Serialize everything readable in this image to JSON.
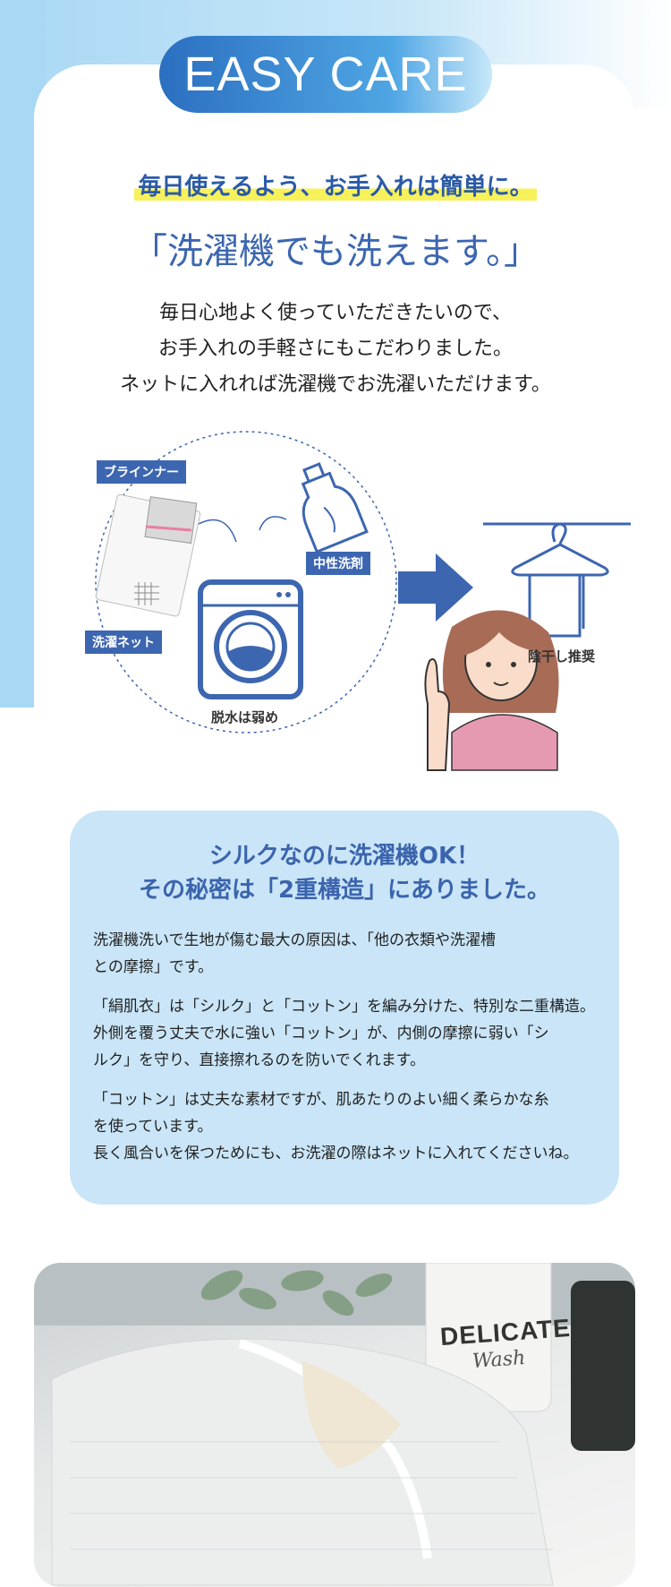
{
  "header": {
    "badge": "EASY CARE"
  },
  "highlight": "毎日使えるよう、お手入れは簡単に。",
  "headline": "「洗濯機でも洗えます。」",
  "intro": [
    "毎日心地よく使っていただきたいので、",
    "お手入れの手軽さにもこだわりました。",
    "ネットに入れれば洗濯機でお洗濯いただけます。"
  ],
  "diagram": {
    "labels": {
      "brainer": "ブラインナー",
      "detergent": "中性洗剤",
      "net": "洗濯ネット",
      "spin": "脱水は弱め",
      "shade_dry": "陰干し推奨"
    },
    "icons": [
      "brainer-bag-icon",
      "detergent-bottle-icon",
      "washing-machine-icon",
      "arrow-right-icon",
      "hanger-towel-icon",
      "woman-pointing-illustration"
    ],
    "colors": {
      "accent": "#3d66b0",
      "skin": "#f9dcc9",
      "hair": "#a86c56",
      "shirt": "#e59ab2"
    }
  },
  "info": {
    "title_line1": "シルクなのに洗濯機OK！",
    "title_line2": "その秘密は「2重構造」にありました。",
    "para1_line1": "洗濯機洗いで生地が傷む最大の原因は、「他の衣類や洗濯槽",
    "para1_line2": "との摩擦」です。",
    "para2_line1": "「絹肌衣」は「シルク」と「コットン」を編み分けた、特別な二重構造。",
    "para2_line2": "外側を覆う丈夫で水に強い「コットン」が、内側の摩擦に弱い「シ",
    "para2_line3": "ルク」を守り、直接擦れるのを防いでくれます。",
    "para3_line1": "「コットン」は丈夫な素材ですが、肌あたりのよい細く柔らかな糸",
    "para3_line2": "を使っています。",
    "para3_line3": "長く風合いを保つためにも、お洗濯の際はネットに入れてくださいね。"
  },
  "photo": {
    "bottle_brand": "DELICATE",
    "bottle_sub": "Wash"
  }
}
